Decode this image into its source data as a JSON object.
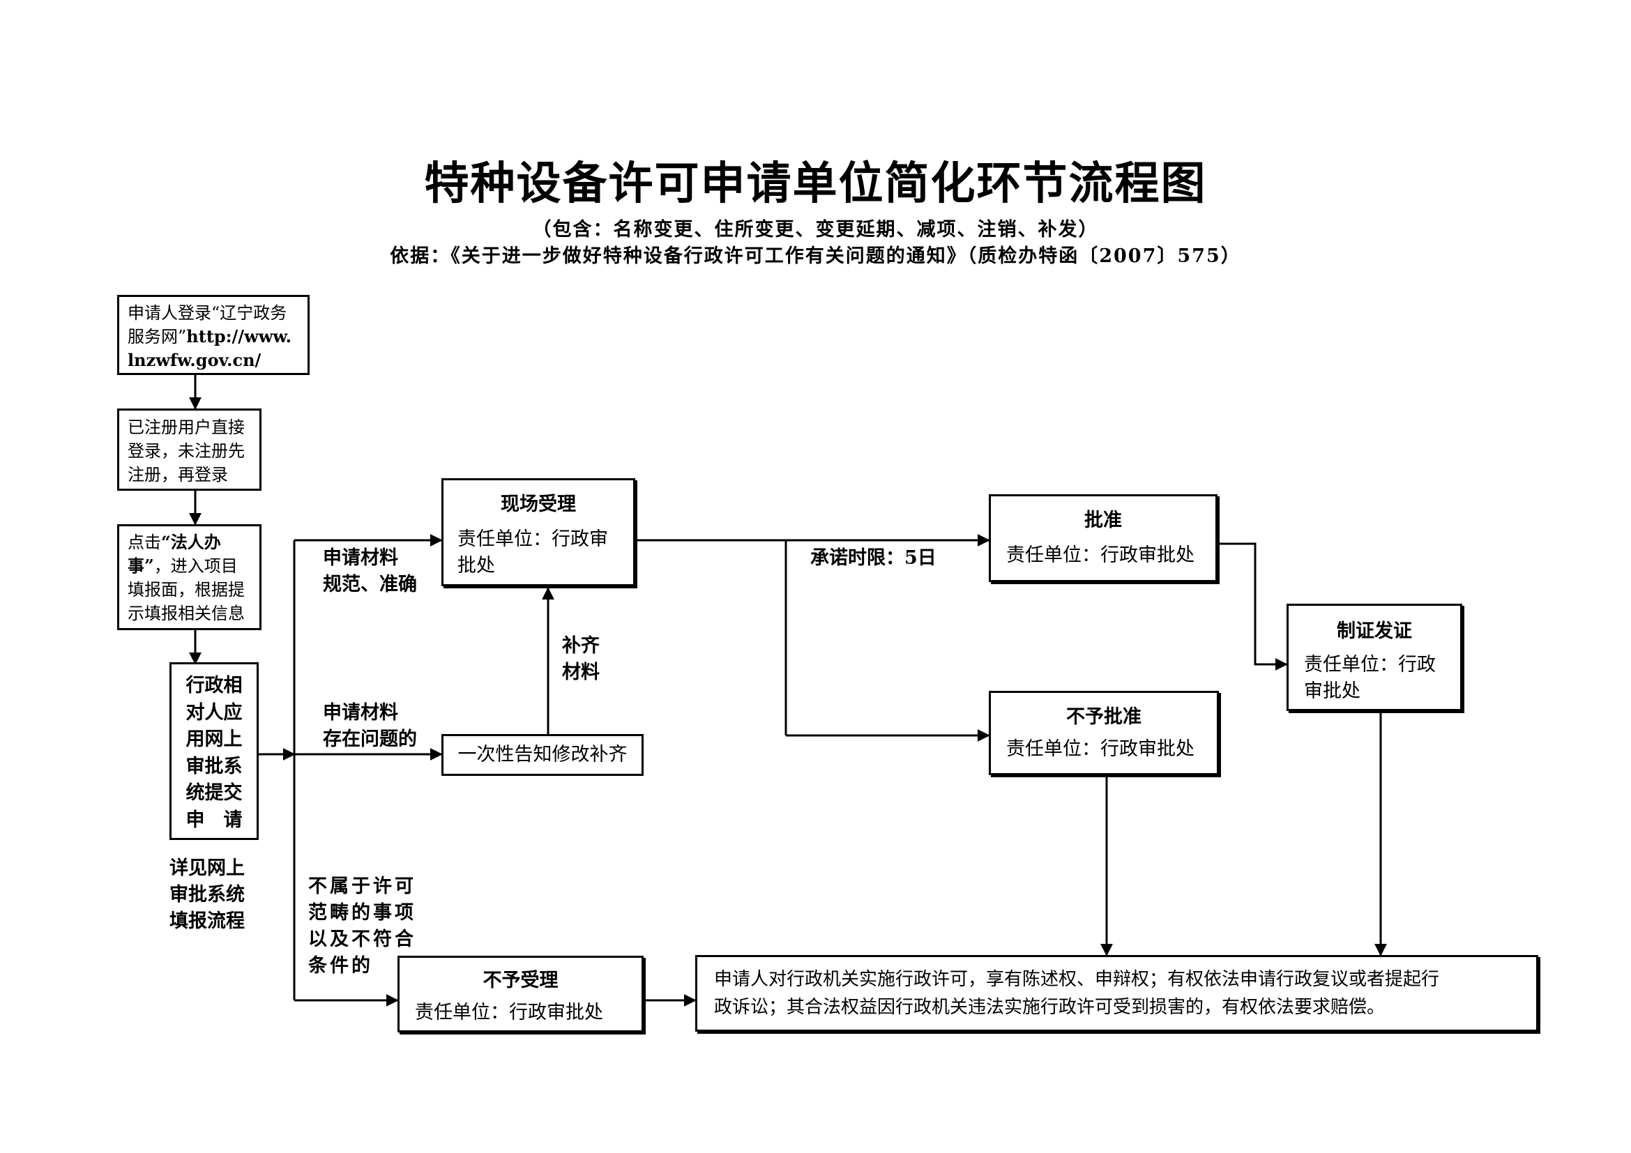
{
  "header": {
    "title": "特种设备许可申请单位简化环节流程图",
    "subtitle": "（包含：名称变更、住所变更、变更延期、减项、注销、补发）",
    "basis": "依据：《关于进一步做好特种设备行政许可工作有关问题的通知》（质检办特函〔2007〕575）"
  },
  "steps": {
    "login": {
      "line1": "申请人登录“辽宁政务",
      "line2_a": "服务网”",
      "line2_b": "http://www.",
      "line3": "lnzwfw.gov.cn/"
    },
    "register": {
      "line1": "已注册用户直接",
      "line2": "登录，未注册先",
      "line3": "注册，再登录"
    },
    "click": {
      "line1_a": "点击",
      "line1_b": "“法人办",
      "line2_a": "事”",
      "line2_b": "，进入项目",
      "line3": "填报面，根据提",
      "line4": "示填报相关信息"
    },
    "submit": {
      "lines": [
        "行政相",
        "对人应",
        "用网上",
        "审批系",
        "统提交",
        "申　请"
      ]
    },
    "note": {
      "lines": [
        "详见网上",
        "审批系统",
        "填报流程"
      ]
    }
  },
  "nodes": {
    "accept": {
      "title": "现场受理",
      "body1": "责任单位：行政审",
      "body2": "批处"
    },
    "notify": {
      "text": "一次性告知修改补齐"
    },
    "reject_accept": {
      "title": "不予受理",
      "body": "责任单位：行政审批处"
    },
    "approve": {
      "title": "批准",
      "body": "责任单位：行政审批处"
    },
    "deny": {
      "title": "不予批准",
      "body": "责任单位：行政审批处"
    },
    "certify": {
      "title": "制证发证",
      "body1": "责任单位：行政",
      "body2": "审批处"
    },
    "rights": {
      "line1": "申请人对行政机关实施行政许可，享有陈述权、申辩权；有权依法申请行政复议或者提起行",
      "line2": "政诉讼；其合法权益因行政机关违法实施行政许可受到损害的，有权依法要求赔偿。"
    }
  },
  "labels": {
    "ok_materials": [
      "申请材料",
      "规范、准确"
    ],
    "problem_materials": [
      "申请材料",
      "存在问题的"
    ],
    "supplement": [
      "补齐",
      "材料"
    ],
    "out_of_scope": [
      "不属于许可",
      "范畴的事项",
      "以及不符合",
      "条件的"
    ],
    "deadline": "承诺时限：5日"
  }
}
